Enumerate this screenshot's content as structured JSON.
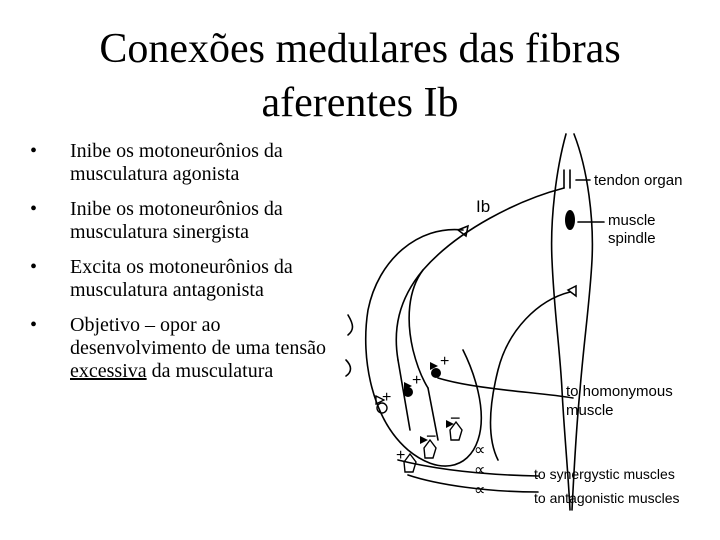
{
  "title": {
    "line1": "Conexões medulares das fibras",
    "line2": "aferentes Ib"
  },
  "bullets": [
    {
      "text": "Inibe os motoneurônios da musculatura agonista"
    },
    {
      "text": "Inibe os motoneurônios da musculatura sinergista"
    },
    {
      "text": "Excita os motoneurônios da musculatura antagonista"
    },
    {
      "text_before": "Objetivo – opor ao desenvolvimento de uma tensão ",
      "text_underlined": "excessiva",
      "text_after": " da musculatura"
    }
  ],
  "diagram": {
    "labels": {
      "tendon_organ": "tendon organ",
      "muscle_spindle_1": "muscle",
      "muscle_spindle_2": "spindle",
      "ib": "Ib",
      "homonymous_1": "to homonymous",
      "homonymous_2": "muscle",
      "synergystic": "to synergystic muscles",
      "antagonistic": "to antagonistic muscles"
    },
    "signs": {
      "plus": "+",
      "minus": "−",
      "alpha": "∝"
    }
  }
}
